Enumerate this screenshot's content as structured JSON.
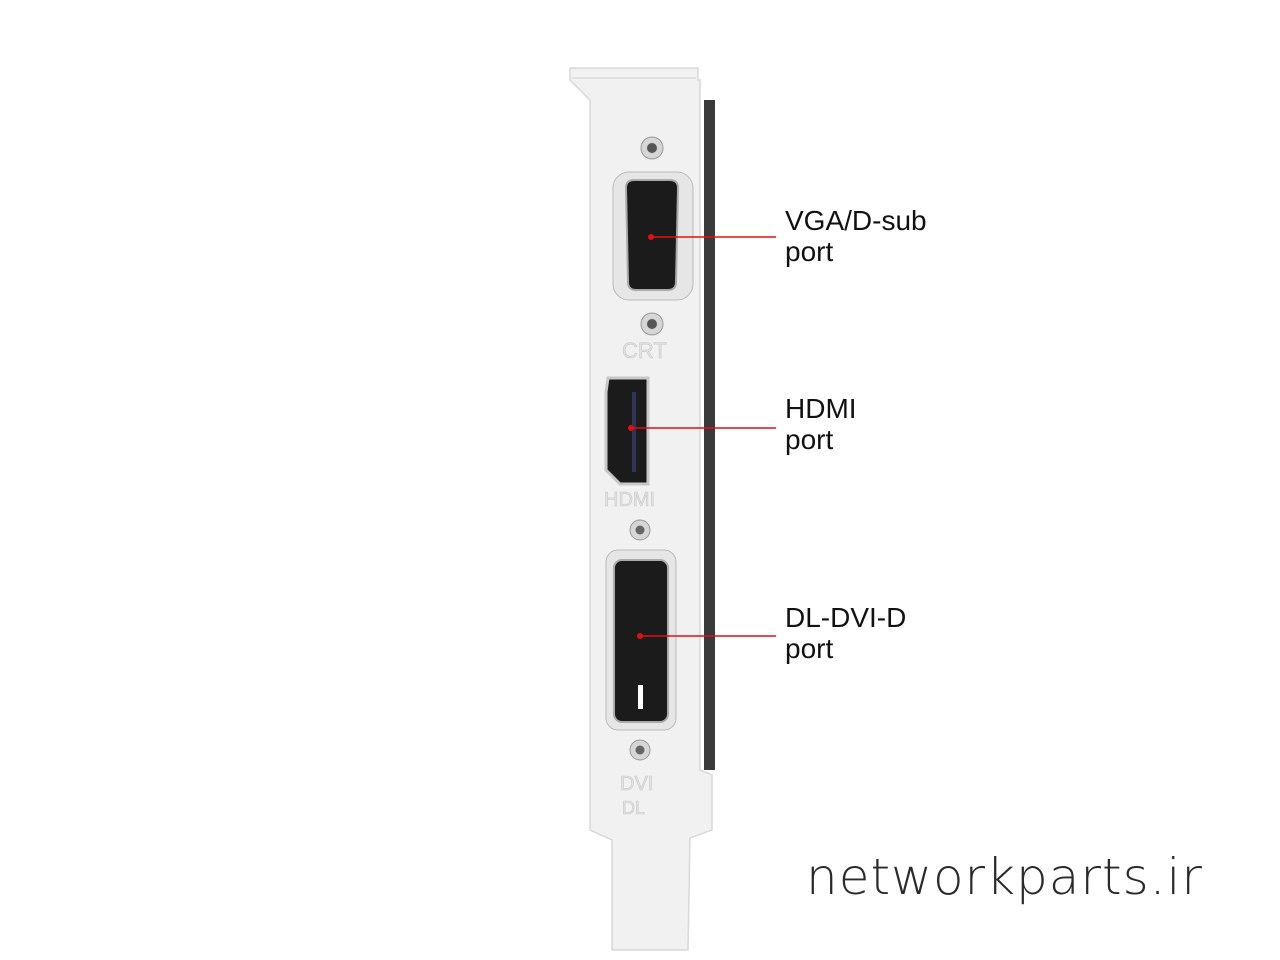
{
  "callouts": [
    {
      "name": "VGA/D-sub",
      "suffix": "port"
    },
    {
      "name": "HDMI",
      "suffix": "port"
    },
    {
      "name": "DL-DVI-D",
      "suffix": "port"
    }
  ],
  "bracket_markings": {
    "vga": "CRT",
    "hdmi": "HDMI",
    "dvi": "DVI",
    "dvi_sub": "DL"
  },
  "watermark": "networkparts.ir",
  "colors": {
    "callout_line": "#e01010",
    "bracket": "#f1f1f1",
    "connector": "#1b1b1b"
  }
}
